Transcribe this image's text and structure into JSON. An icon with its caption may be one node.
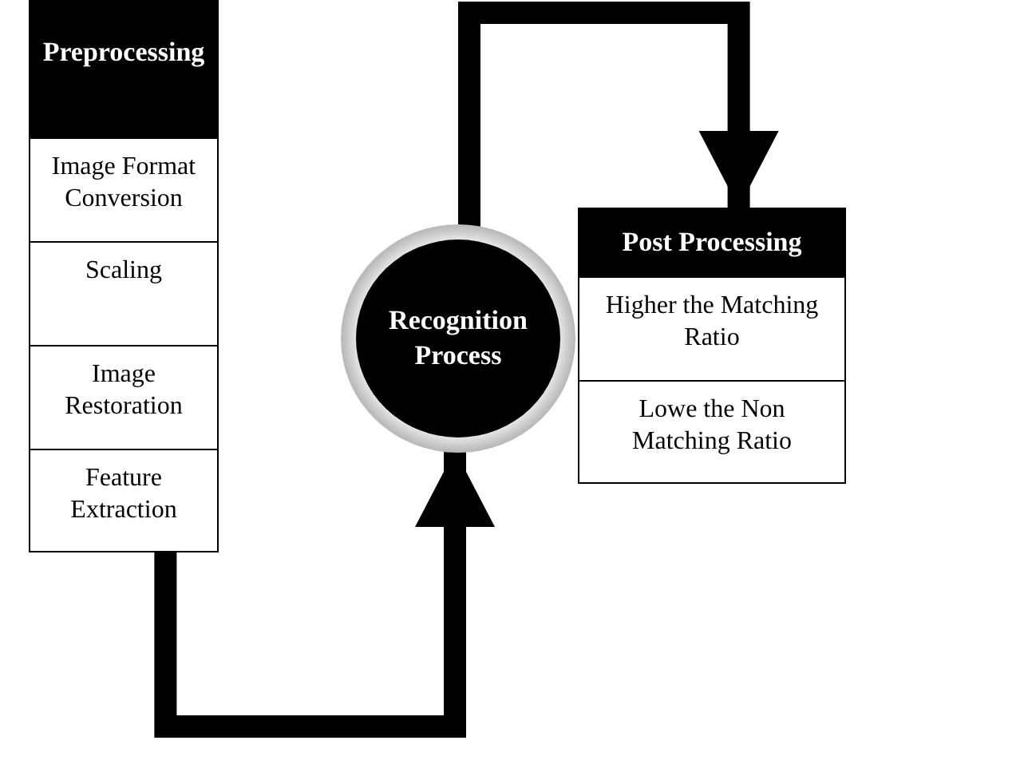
{
  "diagram": {
    "nodes": [
      {
        "text": [
          "Preprocessing"
        ]
      },
      {
        "text": [
          "Image Format Conversion"
        ],
        "in": 0
      },
      {
        "text": [
          "Scaling"
        ],
        "in": 0
      },
      {
        "text": [
          "Image Restoration"
        ],
        "in": 0
      },
      {
        "text": [
          "Feature Extraction"
        ],
        "in": 0
      },
      {
        "text": [
          "Recognition Process"
        ]
      },
      {
        "text": [
          "Post Processing"
        ]
      },
      {
        "text": [
          "Higher the Matching Ratio"
        ],
        "in": 6
      },
      {
        "text": [
          "Lowe the Non Matching Ratio"
        ],
        "in": 6
      }
    ],
    "edges": [
      {
        "from": 0,
        "to": 5,
        "arrow": "to"
      },
      {
        "from": 5,
        "to": 6,
        "arrow": "to"
      }
    ]
  }
}
